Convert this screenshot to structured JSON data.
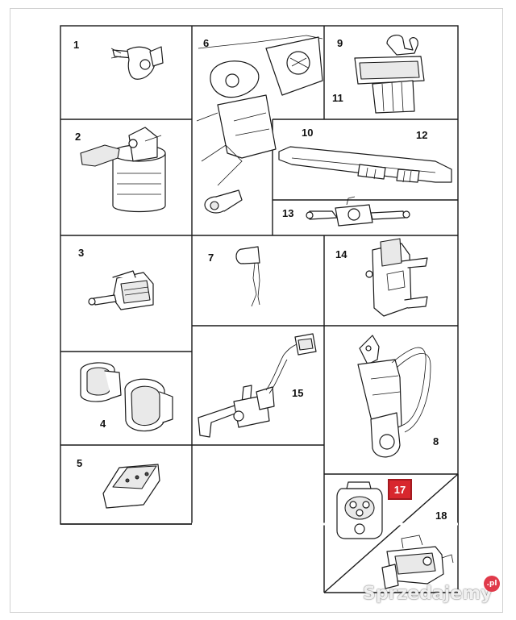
{
  "diagram": {
    "labels": {
      "p1": "1",
      "p2": "2",
      "p3": "3",
      "p4": "4",
      "p5": "5",
      "p6": "6",
      "p7": "7",
      "p8": "8",
      "p9": "9",
      "p10": "10",
      "p11": "11",
      "p12": "12",
      "p13": "13",
      "p14": "14",
      "p15": "15",
      "p17": "17",
      "p18": "18"
    },
    "highlight_color": "#d8272e"
  },
  "watermark": {
    "text": "Sprzedajemy",
    "badge": ".pl"
  }
}
